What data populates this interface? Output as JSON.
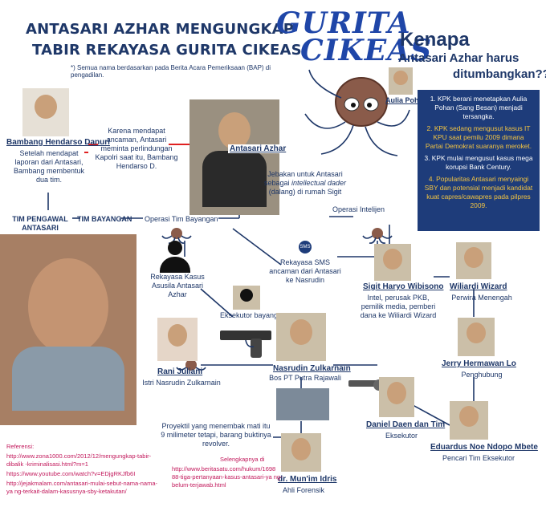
{
  "header": {
    "title_line1": "ANTASARI AZHAR MENGUNGKAP",
    "title_line2": "TABIR REKAYASA GURITA CIKEAS",
    "footnote": "*) Semua nama berdasarkan pada Berita Acara Pemeriksaan (BAP) di pengadilan.",
    "logo_line1": "GURITA",
    "logo_line2": "CIKEAS"
  },
  "question": {
    "line1": "Kenapa",
    "line2": "Antasari Azhar harus",
    "line3": "ditumbangkan??"
  },
  "reasons_box": {
    "items": [
      {
        "text": "1.  KPK berani menetapkan Aulia Pohan (Sang Besan) menjadi tersangka.",
        "highlight": false
      },
      {
        "text": "2. KPK sedang mengusut kasus IT KPU saat pemilu 2009 dimana Partai Demokrat suaranya meroket.",
        "highlight": true
      },
      {
        "text": "3. KPK mulai mengusut kasus mega korupsi Bank Century.",
        "highlight": false
      },
      {
        "text": "4. Popularitas Antasari menyaingi SBY dan potensial menjadi kandidat kuat capres/cawapres pada pilpres 2009.",
        "highlight": true
      }
    ]
  },
  "people": {
    "aulia": "Aulia Pohan",
    "bambang": "Bambang Hendarso Danuri",
    "bambang_desc": "Setelah mendapat laporan dari Antasari, Bambang membentuk dua tim.",
    "karena": "Karena mendapat ancaman, Antasari meminta perlindungan Kapolri saat itu, Bambang Hendarso D.",
    "antasari": "Antasari Azhar",
    "jebakan": "Jebakan untuk Antasari sebagai",
    "jebakan_it": "intellectual dader",
    "jebakan_tail": "(dalang) di rumah Sigit",
    "tim_pengawal": "TIM PENGAWAL ANTASARI",
    "tim_bayangan": "TIM BAYANGAN",
    "op_bayangan": "Operasi Tim Bayangan",
    "op_intelijen": "Operasi Intelijen",
    "rekayasa_kasus": "Rekayasa Kasus Asusila Antasari Azhar",
    "sms_badge": "SMS",
    "rekayasa_sms": "Rekayasa SMS ancaman dari Antasari ke Nasrudin",
    "sigit": "Sigit Haryo Wibisono",
    "sigit_desc": "Intel, perusak PKB, pemilik media, pemberi dana ke Wiliardi Wizard",
    "wiliardi": "Wiliardi Wizard",
    "wiliardi_desc": "Perwira Menengah",
    "jerry": "Jerry Hermawan Lo",
    "jerry_desc": "Penghubung",
    "eksekutor_bayangan": "Eksekutor bayangan",
    "rani": "Rani Juliani",
    "rani_desc": "Istri Nasrudin Zulkarnain",
    "nasrudin": "Nasrudin Zulkarnain",
    "nasrudin_desc": "Bos PT Putra Rajawali",
    "daniel": "Daniel Daen dan Tim",
    "daniel_desc": "Eksekutor",
    "eduardus": "Eduardus Noe Ndopo Mbete",
    "eduardus_desc": "Pencari Tim Eksekutor",
    "proyektil": "Proyektil yang menembak mati itu 9 milimeter tetapi, barang buktinya revolver.",
    "mun_im": "dr. Mun'im Idris",
    "mun_im_desc": "Ahli Forensik"
  },
  "links": {
    "selengkapnya_label": "Selengkapnya di",
    "selengkapnya_url": "http://www.beritasatu.com/hukum/1698 88-tiga-pertanyaan-kasus-antasari-ya ng-belum-terjawab.html",
    "ref_label": "Referensi:",
    "ref1": "http://www.zona1000.com/2012/12/mengungkap-tabir-dibalik -kriminalisasi.html?m=1",
    "ref2": "https://www.youtube.com/watch?v=EDjgRKJfb6I",
    "ref3": "http://jejakmalam.com/antasari-mulai-sebut-nama-nama-ya ng-terkait-dalam-kasusnya-sby-ketakutan/"
  },
  "colors": {
    "navy": "#1e3768",
    "accent_red": "#e02020",
    "highlight": "#f4c542",
    "octopus": "#8a5b4a"
  },
  "icons": [
    "octopus-icon",
    "pistol-icon",
    "revolver-icon",
    "sms-icon",
    "silhouette-icon"
  ]
}
